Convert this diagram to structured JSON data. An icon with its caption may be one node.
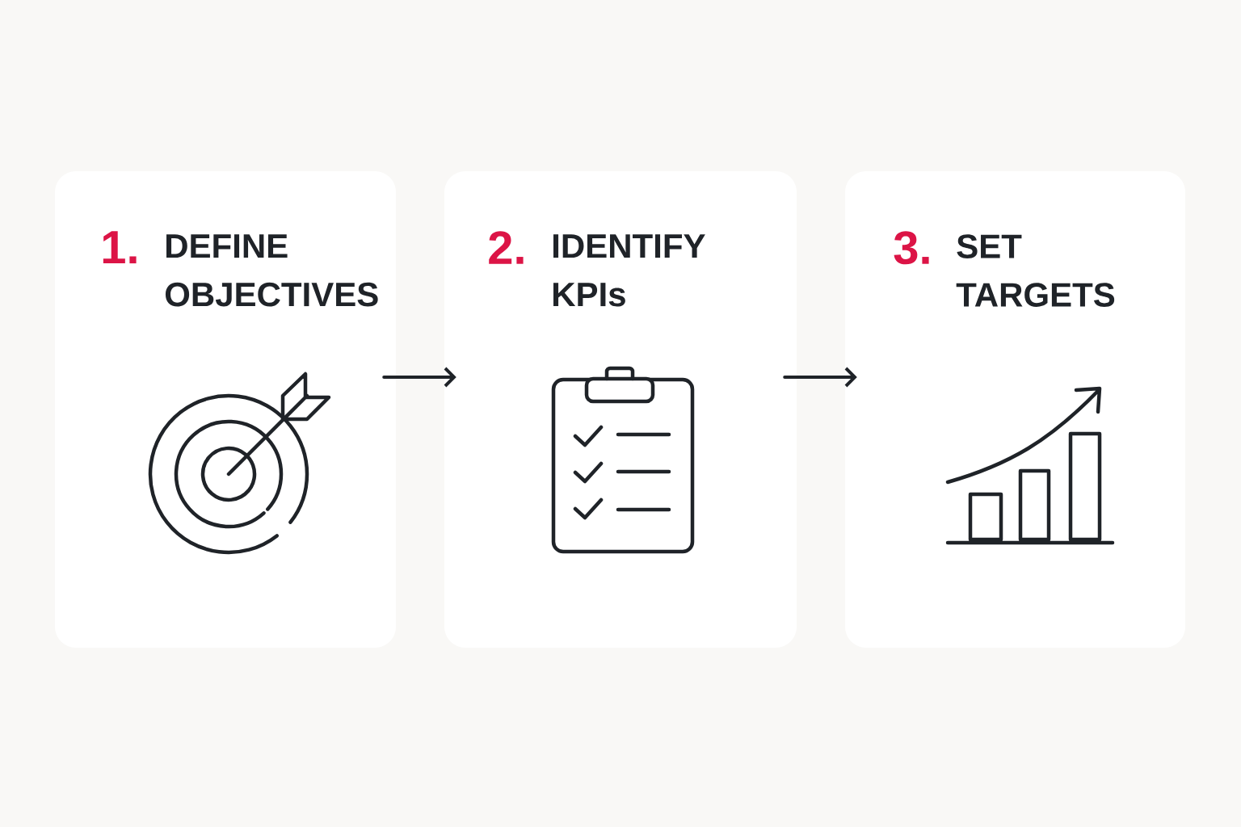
{
  "diagram": {
    "nodes": [
      {
        "text": [
          "1.",
          "DEFINE OBJECTIVES"
        ]
      },
      {
        "text": [
          "2.",
          "IDENTIFY KPIs"
        ]
      },
      {
        "text": [
          "3.",
          "SET TARGETS"
        ]
      }
    ],
    "edges": [
      {
        "from": 0,
        "to": 1,
        "arrow": "to"
      },
      {
        "from": 1,
        "to": 2,
        "arrow": "to"
      }
    ]
  }
}
